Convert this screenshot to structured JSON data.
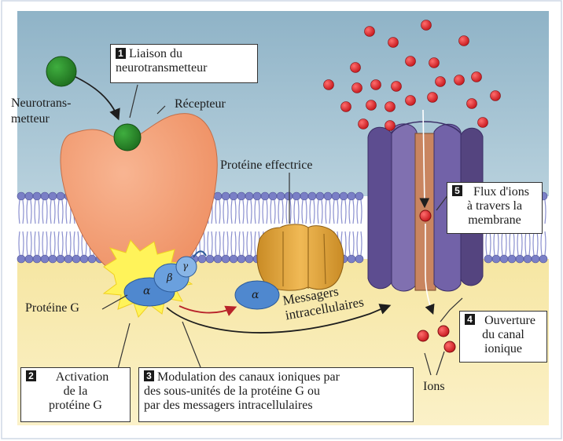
{
  "labels": {
    "neurotransmitter": "Neurotrans-\nmetteur",
    "receptor": "Récepteur",
    "effector": "Protéine effectrice",
    "g_protein": "Protéine G",
    "messengers": "Messagers\nintracellulaires",
    "ions": "Ions"
  },
  "subunits": {
    "alpha": "α",
    "beta": "β",
    "gamma": "γ",
    "alpha_effector": "α"
  },
  "steps": [
    {
      "num": "1",
      "text": "Liaison du\nneurotransmetteur"
    },
    {
      "num": "2",
      "text": "Activation\nde la\nprotéine G"
    },
    {
      "num": "3",
      "text": "Modulation des canaux ioniques par\ndes sous-unités de la protéine G ou\npar des messagers intracellulaires"
    },
    {
      "num": "4",
      "text": "Ouverture\ndu canal\nionique"
    },
    {
      "num": "5",
      "text": "Flux d'ions\nà travers la\nmembrane"
    }
  ],
  "colors": {
    "extracellular": "#9fbfd0",
    "cytoplasm": "#f6e8a6",
    "membrane_lipid": "#7a7fc6",
    "receptor": "#f4a47c",
    "neurotransmitter": "#2b8a2b",
    "g_protein": "#4f88cf",
    "effector": "#e0a540",
    "channel": "#6a5a9a",
    "ion": "#d41e24",
    "activation_burst": "#fff35a"
  }
}
